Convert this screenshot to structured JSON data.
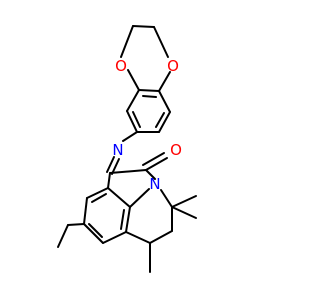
{
  "molecule": {
    "atom_labels": {
      "o_top_left": "O",
      "o_top_right": "O",
      "n_imine": "N",
      "o_carbonyl": "O",
      "n_ring": "N"
    },
    "colors": {
      "bond": "#000000",
      "oxygen": "#ff0000",
      "nitrogen": "#0000ff",
      "background": "#ffffff"
    }
  }
}
